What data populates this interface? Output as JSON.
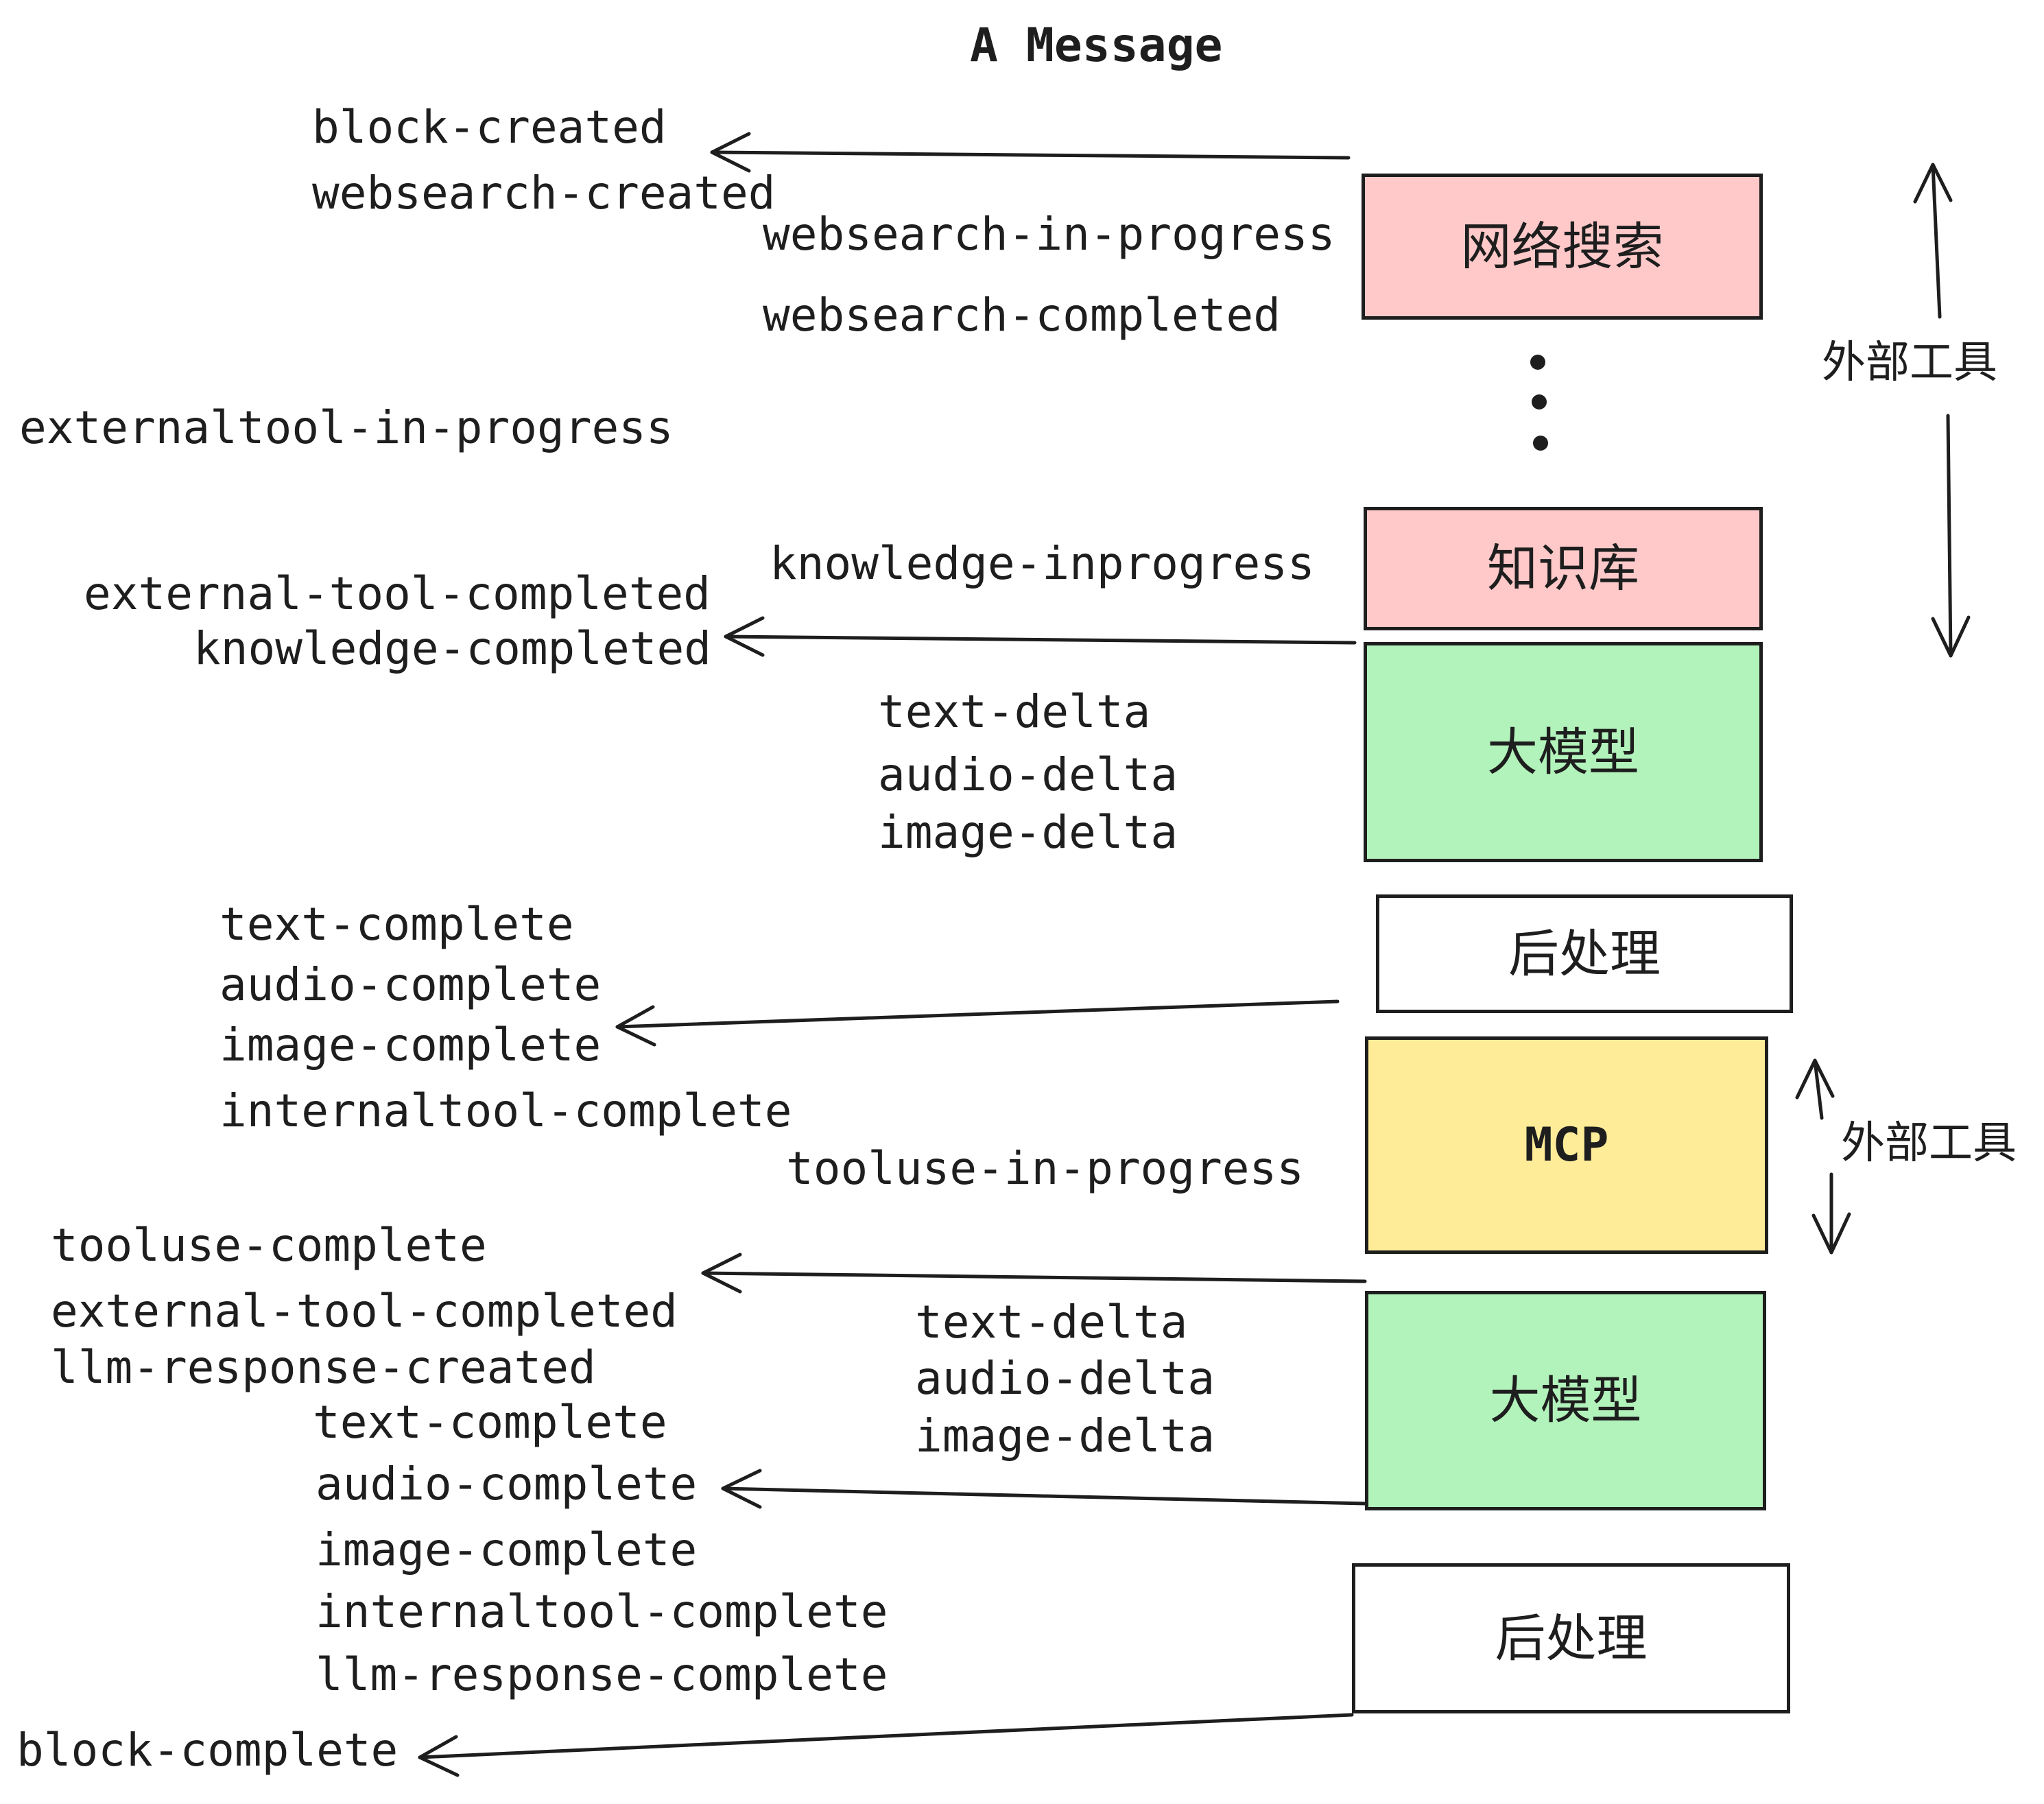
{
  "title": "A Message",
  "events": {
    "block_created": "block-created",
    "websearch_created": "websearch-created",
    "websearch_in_progress": "websearch-in-progress",
    "websearch_completed": "websearch-completed",
    "externaltool_in_progress": "externaltool-in-progress",
    "knowledge_inprogress": "knowledge-inprogress",
    "external_tool_completed_1": "external-tool-completed",
    "knowledge_completed": "knowledge-completed",
    "text_delta_1": "text-delta",
    "audio_delta_1": "audio-delta",
    "image_delta_1": "image-delta",
    "text_complete_1": "text-complete",
    "audio_complete_1": "audio-complete",
    "image_complete_1": "image-complete",
    "internaltool_complete_1": "internaltool-complete",
    "tooluse_in_progress": "tooluse-in-progress",
    "tooluse_complete": "tooluse-complete",
    "external_tool_completed_2": "external-tool-completed",
    "llm_response_created": "llm-response-created",
    "text_delta_2": "text-delta",
    "audio_delta_2": "audio-delta",
    "image_delta_2": "image-delta",
    "text_complete_2": "text-complete",
    "audio_complete_2": "audio-complete",
    "image_complete_2": "image-complete",
    "internaltool_complete_2": "internaltool-complete",
    "llm_response_complete": "llm-response-complete",
    "block_complete": "block-complete"
  },
  "boxes": {
    "websearch": {
      "label": "网络搜索",
      "fill": "#ffc9c9"
    },
    "knowledge": {
      "label": "知识库",
      "fill": "#ffc9c9"
    },
    "llm_1": {
      "label": "大模型",
      "fill": "#b2f2bb"
    },
    "post_1": {
      "label": "后处理",
      "fill": "#ffffff"
    },
    "mcp": {
      "label": "MCP",
      "fill": "#ffec99"
    },
    "llm_2": {
      "label": "大模型",
      "fill": "#b2f2bb"
    },
    "post_2": {
      "label": "后处理",
      "fill": "#ffffff"
    }
  },
  "side_labels": {
    "external_tools_1": "外部工具",
    "external_tools_2": "外部工具"
  },
  "colors": {
    "ink": "#1e1e1e",
    "pink": "#ffc9c9",
    "green": "#b2f2bb",
    "yellow": "#ffec99",
    "background": "#ffffff"
  }
}
